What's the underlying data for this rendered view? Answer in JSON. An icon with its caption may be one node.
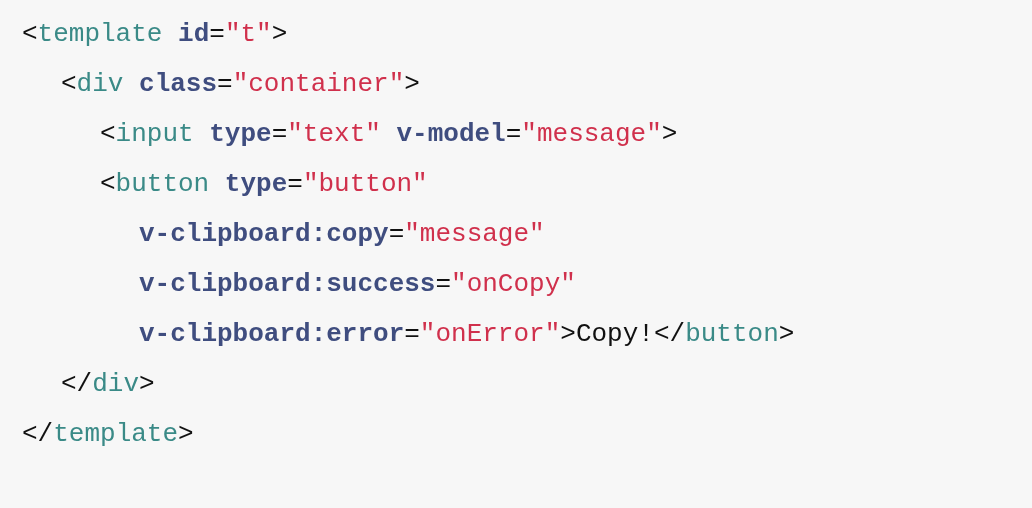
{
  "diagram": {
    "labels": [
      "<template id=\"t\">",
      "<div class=\"container\">",
      "<input type=\"text\" v-model=\"message\">",
      "<button type=\"button\"",
      "v-clipboard:copy=\"message\"",
      "v-clipboard:success=\"onCopy\"",
      "v-clipboard:error=\"onError\">Copy!</button>",
      "</div>",
      "</template>"
    ]
  }
}
